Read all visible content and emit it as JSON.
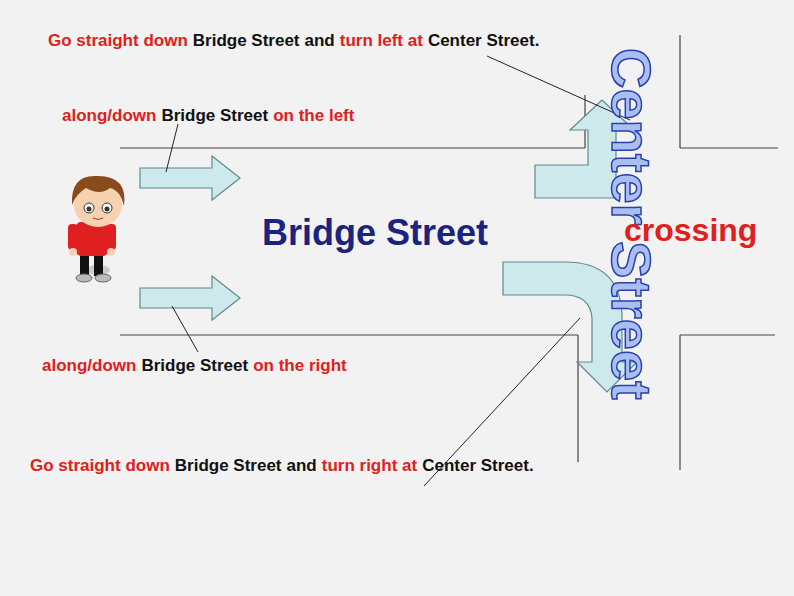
{
  "diagram": {
    "labels": [
      "Go straight down",
      "Bridge Street",
      "and",
      "turn left at",
      "Center Street.",
      "along/down",
      "Bridge Street",
      "on the left",
      "Center Street",
      "Bridge Street",
      "crossing",
      "along/down",
      "Bridge Street",
      "on the right",
      "Go straight down",
      "Bridge Street",
      "and",
      "turn right at",
      "Center Street."
    ]
  }
}
